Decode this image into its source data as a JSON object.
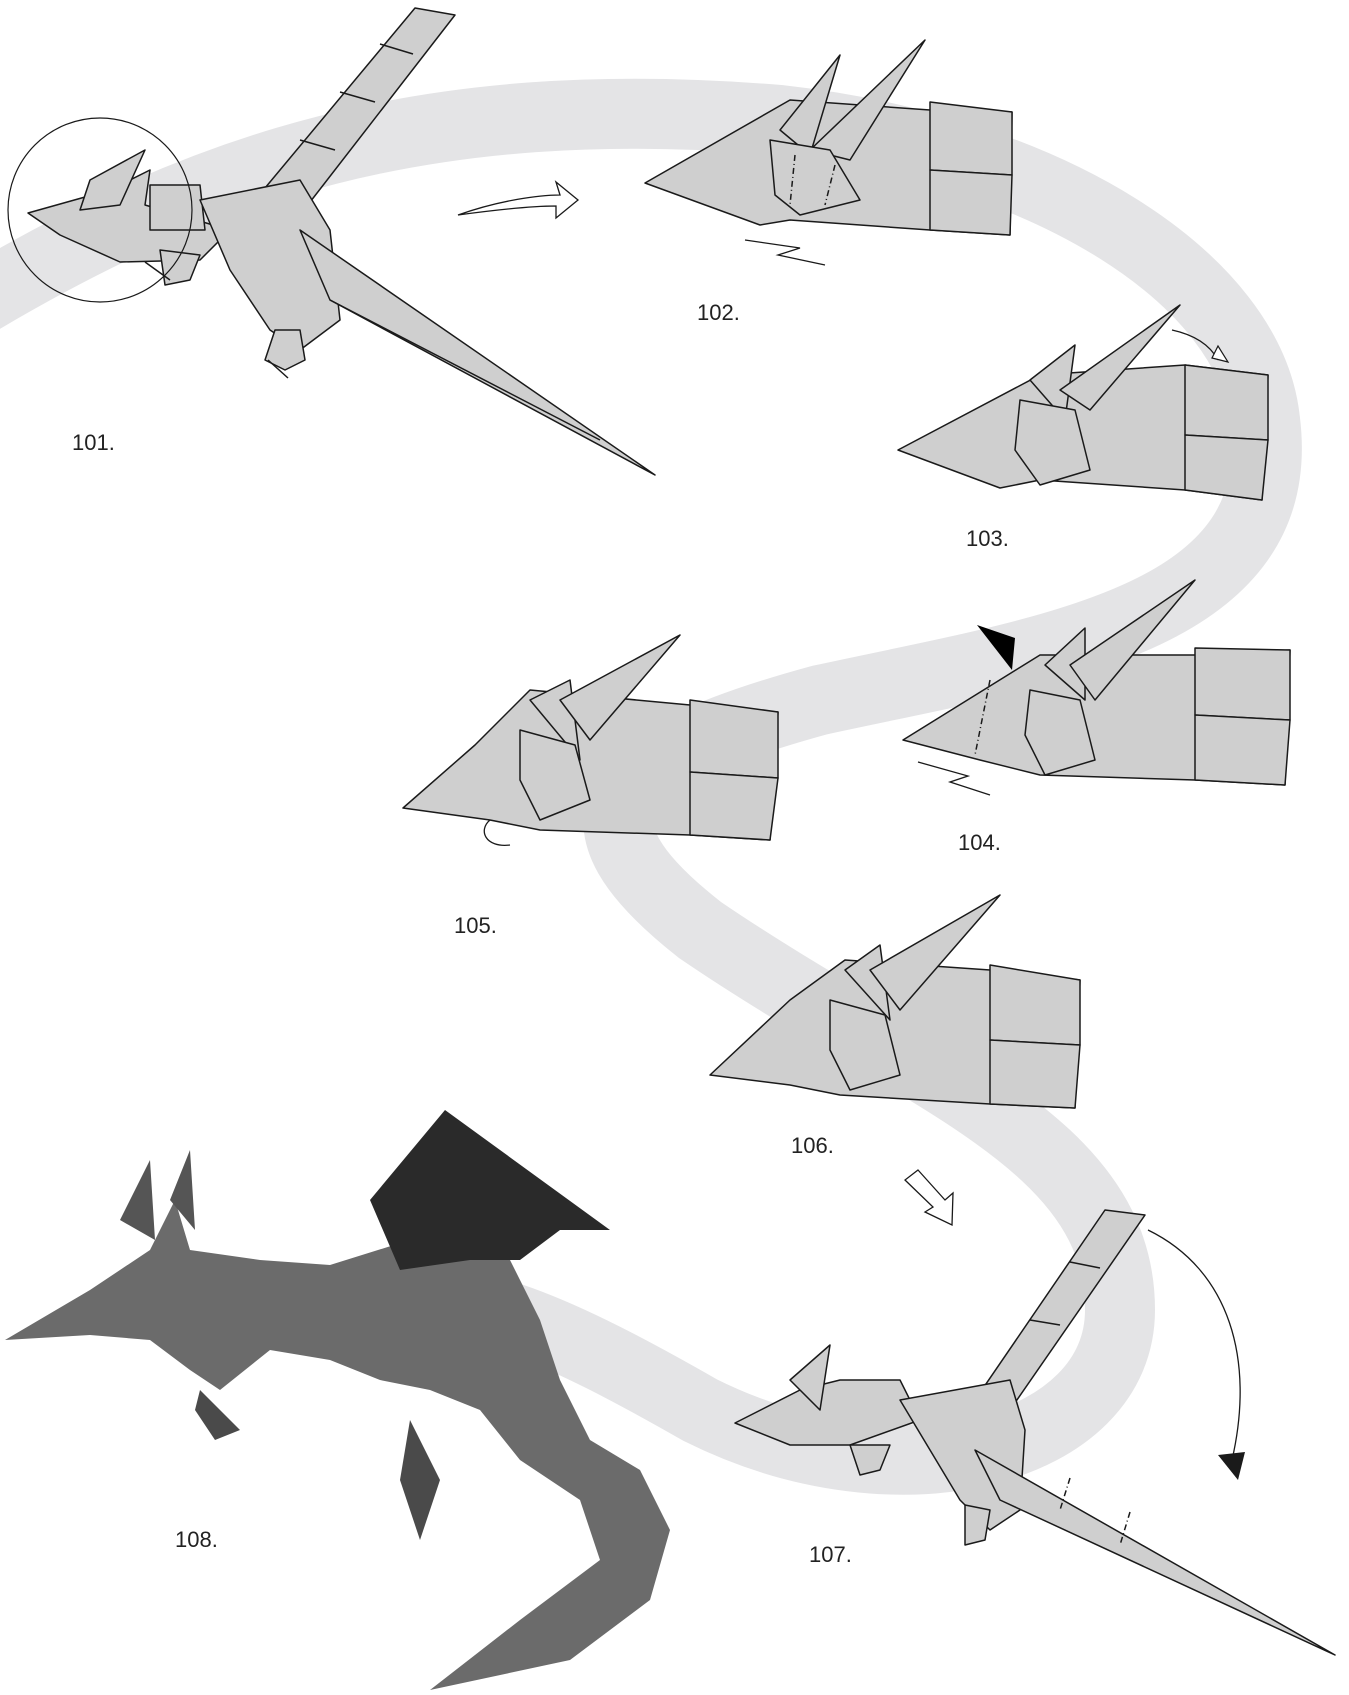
{
  "diagram": {
    "colors": {
      "paper": "#cfcfcf",
      "paper_dark": "#b9b9b9",
      "swirl": "#e4e4e6",
      "line": "#1a1a1a",
      "photo_dark": "#2a2a2a",
      "photo_mid": "#6b6b6b"
    },
    "steps": [
      {
        "id": "101",
        "label": "101."
      },
      {
        "id": "102",
        "label": "102."
      },
      {
        "id": "103",
        "label": "103."
      },
      {
        "id": "104",
        "label": "104."
      },
      {
        "id": "105",
        "label": "105."
      },
      {
        "id": "106",
        "label": "106."
      },
      {
        "id": "107",
        "label": "107."
      },
      {
        "id": "108",
        "label": "108."
      }
    ]
  }
}
